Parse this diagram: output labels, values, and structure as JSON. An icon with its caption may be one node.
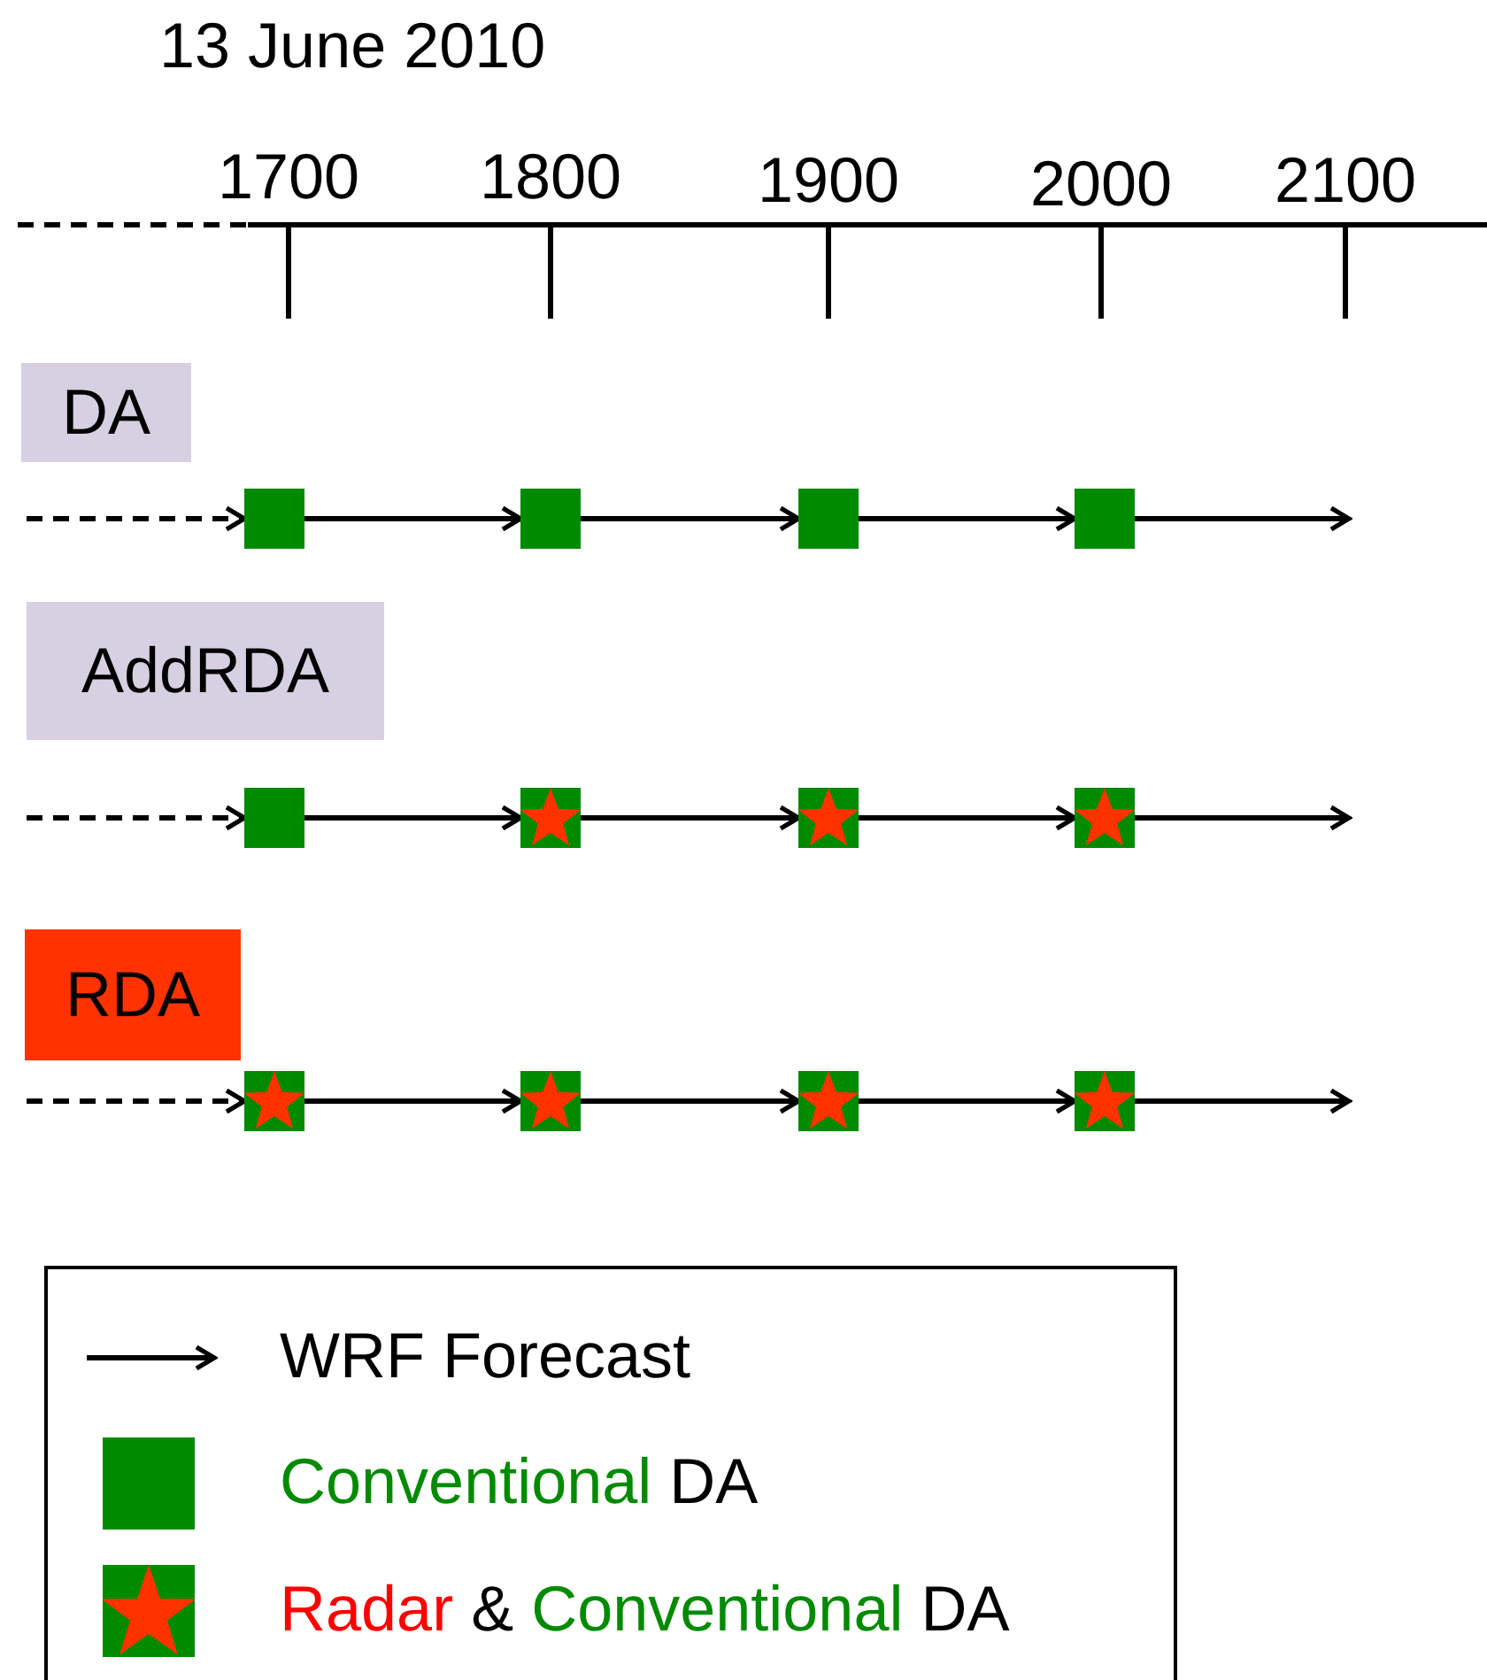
{
  "diagram": {
    "nodes": [
      {
        "text": [
          "DA"
        ]
      },
      {
        "text": [],
        "shape": "box"
      },
      {
        "text": [],
        "shape": "box"
      },
      {
        "text": [],
        "shape": "box"
      },
      {
        "text": [],
        "shape": "box"
      },
      {
        "text": [
          "AddRDA"
        ]
      },
      {
        "text": [],
        "shape": "box"
      },
      {
        "text": [],
        "shape": "star"
      },
      {
        "text": [],
        "shape": "star"
      },
      {
        "text": [],
        "shape": "star"
      },
      {
        "text": [
          "RDA"
        ]
      },
      {
        "text": [],
        "shape": "star"
      },
      {
        "text": [],
        "shape": "star"
      },
      {
        "text": [],
        "shape": "star"
      },
      {
        "text": [],
        "shape": "star"
      }
    ],
    "edges": [
      {
        "from": null,
        "to": 1,
        "arrow": "to",
        "style": "dashed"
      },
      {
        "from": 1,
        "to": 2,
        "arrow": "to"
      },
      {
        "from": 2,
        "to": 3,
        "arrow": "to"
      },
      {
        "from": 3,
        "to": 4,
        "arrow": "to"
      },
      {
        "from": 4,
        "to": null,
        "arrow": "to"
      },
      {
        "from": null,
        "to": 6,
        "arrow": "to",
        "style": "dashed"
      },
      {
        "from": 6,
        "to": 7,
        "arrow": "to"
      },
      {
        "from": 7,
        "to": 8,
        "arrow": "to"
      },
      {
        "from": 8,
        "to": 9,
        "arrow": "to"
      },
      {
        "from": 9,
        "to": null,
        "arrow": "to"
      },
      {
        "from": null,
        "to": 11,
        "arrow": "to",
        "style": "dashed"
      },
      {
        "from": 11,
        "to": 12,
        "arrow": "to"
      },
      {
        "from": 12,
        "to": 13,
        "arrow": "to"
      },
      {
        "from": 13,
        "to": 14,
        "arrow": "to"
      },
      {
        "from": 14,
        "to": null,
        "arrow": "to"
      }
    ],
    "labels": [
      "13 June 2010",
      "1700",
      "1800",
      "1900",
      "2000",
      "2100"
    ],
    "legend": [
      {
        "text": "WRF Forecast"
      },
      {
        "text": "Conventional DA"
      },
      {
        "text": "Radar & Conventional DA"
      }
    ]
  }
}
